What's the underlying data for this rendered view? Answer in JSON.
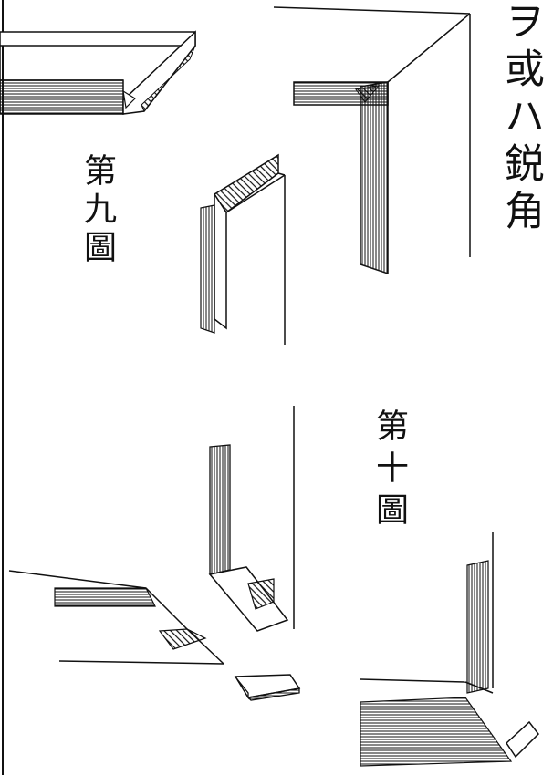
{
  "labels": {
    "figure_9": "第九圖",
    "figure_10": "第十圖",
    "side_note": "ヲ或ハ鋭角"
  },
  "colors": {
    "ink": "#111111",
    "paper": "#ffffff"
  }
}
